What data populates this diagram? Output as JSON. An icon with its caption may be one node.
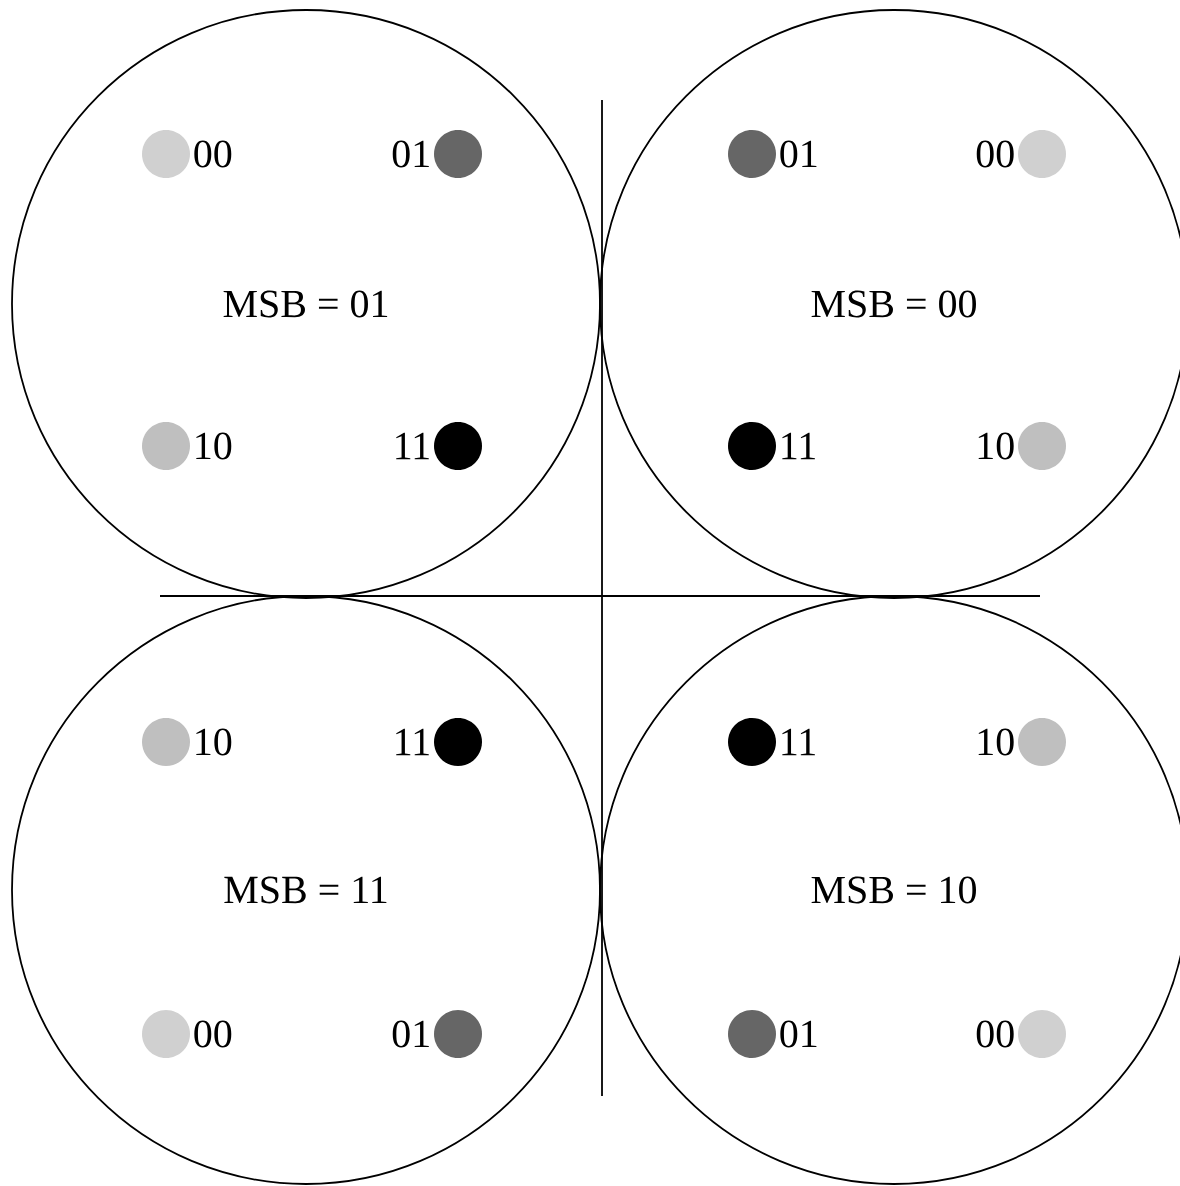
{
  "diagram": {
    "nodes": [
      {
        "text": [
          "MSB = 01"
        ]
      },
      {
        "text": [],
        "shape": "circle",
        "in": 0,
        "beside": [
          "00"
        ]
      },
      {
        "text": [],
        "shape": "circle",
        "in": 0,
        "beside": [
          "01"
        ]
      },
      {
        "text": [],
        "shape": "circle",
        "in": 0,
        "beside": [
          "10"
        ]
      },
      {
        "text": [],
        "shape": "circle",
        "in": 0,
        "beside": [
          "11"
        ]
      },
      {
        "text": [
          "MSB = 00"
        ]
      },
      {
        "text": [],
        "shape": "circle",
        "in": 5,
        "beside": [
          "01"
        ]
      },
      {
        "text": [],
        "shape": "circle",
        "in": 5,
        "beside": [
          "00"
        ]
      },
      {
        "text": [],
        "shape": "circle",
        "in": 5,
        "beside": [
          "11"
        ]
      },
      {
        "text": [],
        "shape": "circle",
        "in": 5,
        "beside": [
          "10"
        ]
      },
      {
        "text": [
          "MSB = 11"
        ]
      },
      {
        "text": [],
        "shape": "circle",
        "in": 10,
        "beside": [
          "10"
        ]
      },
      {
        "text": [],
        "shape": "circle",
        "in": 10,
        "beside": [
          "11"
        ]
      },
      {
        "text": [],
        "shape": "circle",
        "in": 10,
        "beside": [
          "00"
        ]
      },
      {
        "text": [],
        "shape": "circle",
        "in": 10,
        "beside": [
          "01"
        ]
      },
      {
        "text": [
          "MSB = 10"
        ]
      },
      {
        "text": [],
        "shape": "circle",
        "in": 15,
        "beside": [
          "11"
        ]
      },
      {
        "text": [],
        "shape": "circle",
        "in": 15,
        "beside": [
          "10"
        ]
      },
      {
        "text": [],
        "shape": "circle",
        "in": 15,
        "beside": [
          "01"
        ]
      },
      {
        "text": [],
        "shape": "circle",
        "in": 15,
        "beside": [
          "00"
        ]
      }
    ]
  }
}
